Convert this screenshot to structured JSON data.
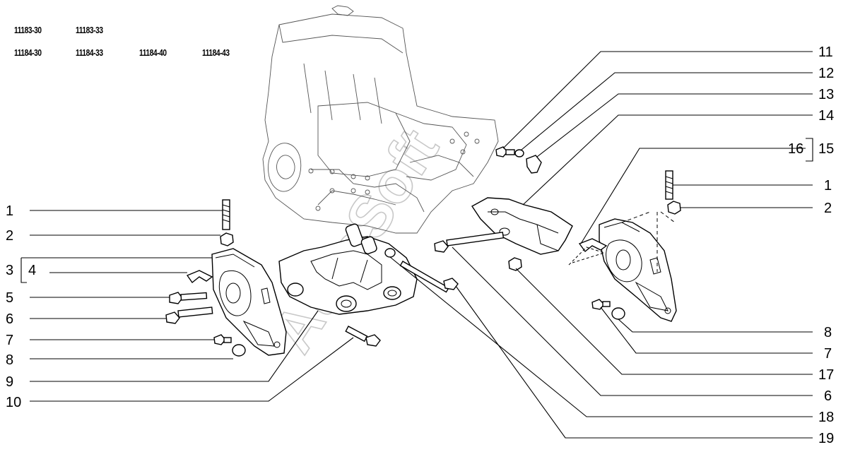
{
  "model_codes": {
    "row1": [
      "11183-30",
      "11183-33"
    ],
    "row2": [
      "11184-30",
      "11184-33",
      "11184-40",
      "11184-43"
    ]
  },
  "watermark": "AutoSoft",
  "callouts_left": [
    "1",
    "2",
    "3",
    "4",
    "5",
    "6",
    "7",
    "8",
    "9",
    "10"
  ],
  "callouts_right": [
    "11",
    "12",
    "13",
    "14",
    "16",
    "15",
    "1",
    "2",
    "8",
    "7",
    "17",
    "6",
    "18",
    "19"
  ]
}
